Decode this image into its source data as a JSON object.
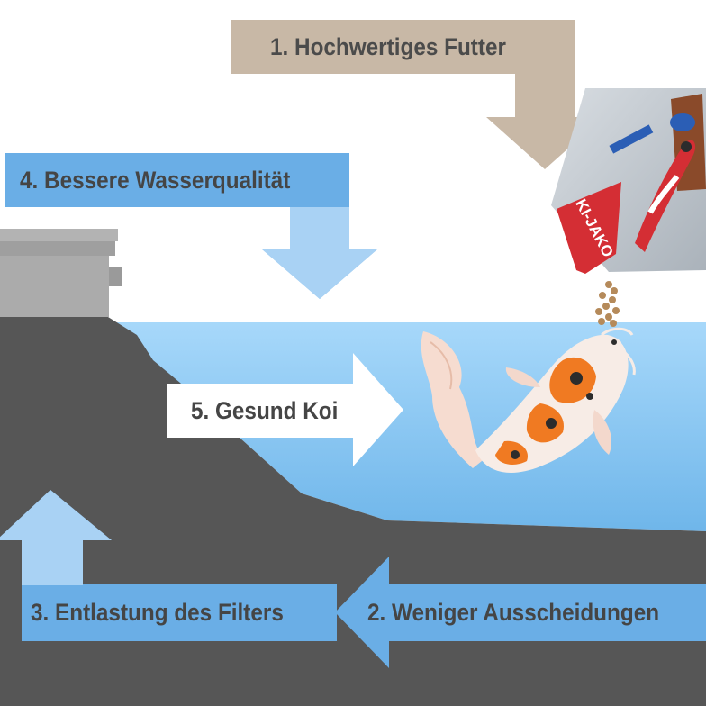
{
  "steps": [
    {
      "label": "1. Hochwertiges Futter"
    },
    {
      "label": "2. Weniger Ausscheidungen"
    },
    {
      "label": "3. Entlastung des Filters"
    },
    {
      "label": "4. Bessere Wasserqualität"
    },
    {
      "label": "5. Gesund Koi"
    }
  ],
  "package": {
    "brand": "KI-JAKO"
  },
  "colors": {
    "arrow_tan": "#c8b8a6",
    "arrow_blue": "#6aaee6",
    "arrow_light_blue": "#a9d2f4",
    "water": "#8cc8f2",
    "ground": "#555555",
    "filter": "#a8a8a8",
    "koi_orange": "#f07a22",
    "koi_black": "#2c2c2c",
    "package_red": "#d42e34"
  }
}
